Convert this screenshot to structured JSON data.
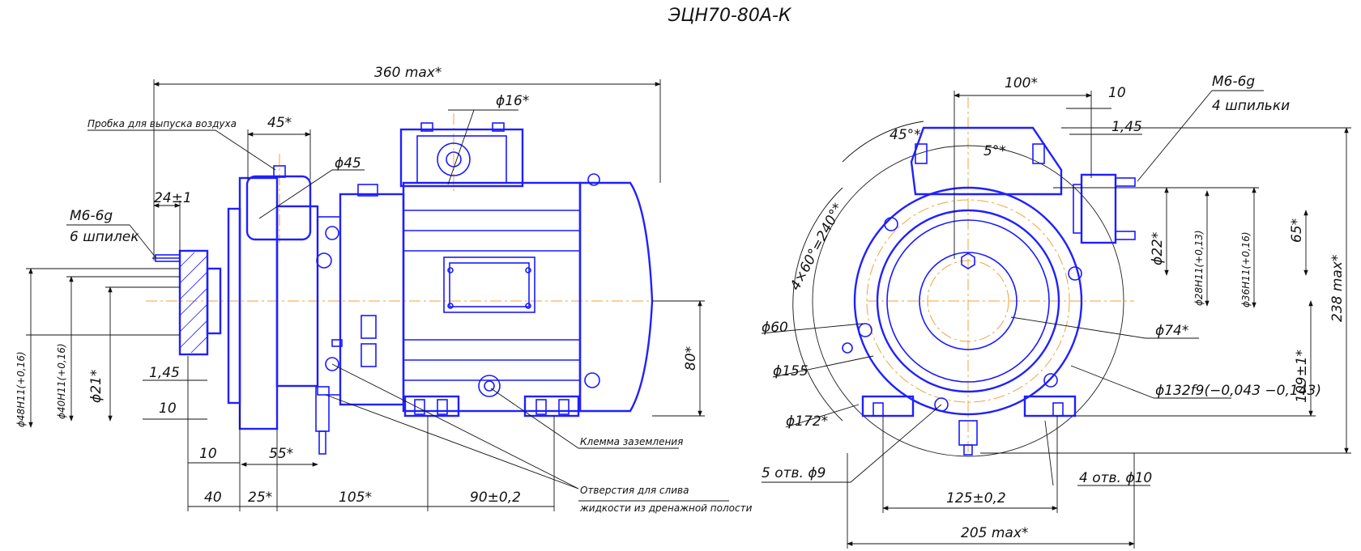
{
  "title": "ЭЦН70-80А-К",
  "left_view": {
    "overall_length": "360 max*",
    "air_plug": "Пробка для выпуска воздуха",
    "d45star": "45*",
    "d16": "ϕ16*",
    "d45": "ϕ45",
    "d24": "24±1",
    "m6": "M6-6g",
    "studs6": "6 шпилек",
    "d48": "ϕ48H11(+0,16)",
    "d40": "ϕ40H11(+0,16)",
    "d21": "ϕ21*",
    "d145": "1,45",
    "d10a": "10",
    "d10b": "10",
    "d55": "55*",
    "d40b": "40",
    "d25": "25*",
    "d105": "105*",
    "d90": "90±0,2",
    "d80": "80*",
    "ground": "Клемма заземления",
    "drain1": "Отверстия для слива",
    "drain2": "жидкости из дренажной полости"
  },
  "right_view": {
    "d100": "100*",
    "d10": "10",
    "m6": "M6-6g",
    "studs4": "4 шпильки",
    "d145": "1,45",
    "a45": "45°*",
    "a5": "5°*",
    "d22": "ϕ22*",
    "d28": "ϕ28H11(+0,13)",
    "d36": "ϕ36H11(+0,16)",
    "d65": "65*",
    "d238": "238 max*",
    "angles": "4×60°=240°*",
    "d60": "ϕ60",
    "d74": "ϕ74*",
    "d155": "ϕ155",
    "d132": "ϕ132f9(−0,043 −0,143)",
    "d109": "109±1*",
    "d172": "ϕ172*",
    "holes5": "5 отв. ϕ9",
    "holes4": "4 отв. ϕ10",
    "d125": "125±0,2",
    "d205": "205 max*"
  }
}
